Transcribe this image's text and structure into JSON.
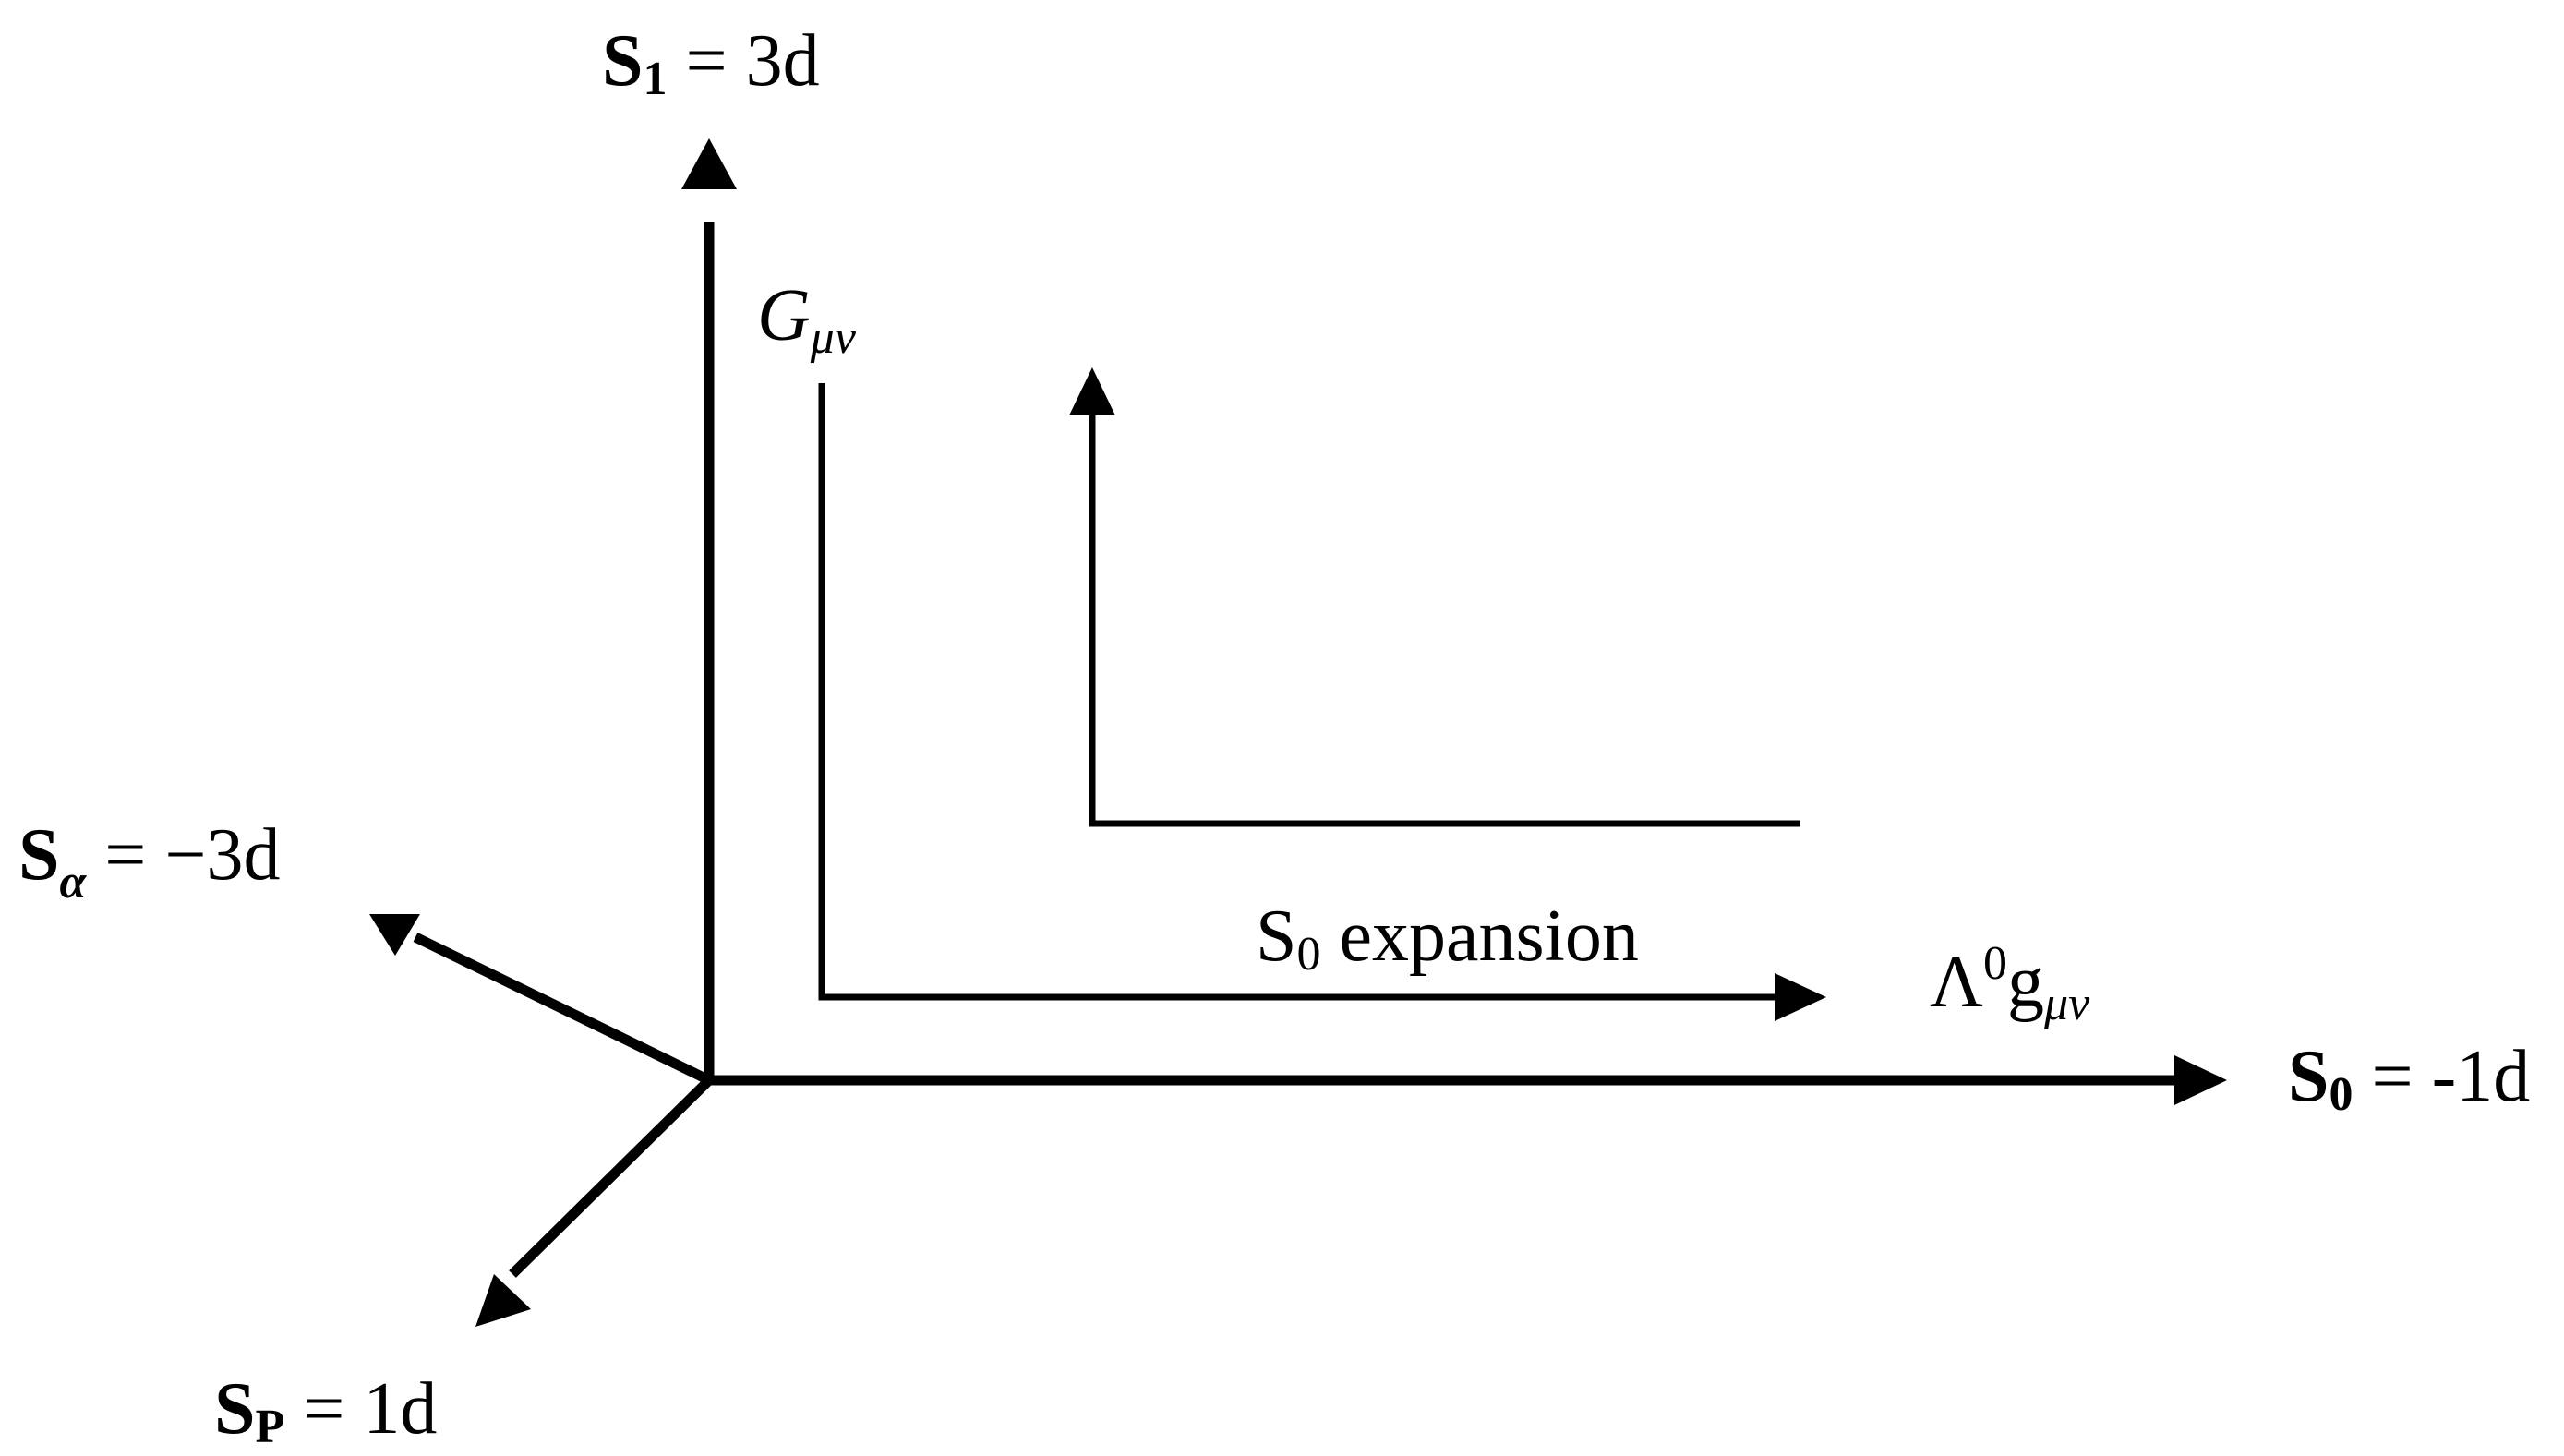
{
  "labels": {
    "s1_axis": {
      "main": "S",
      "sub": "1",
      "rest": " = 3d"
    },
    "s0_axis": {
      "main": "S",
      "sub": "0",
      "rest": " = -1d"
    },
    "salpha_axis": {
      "main": "S",
      "sub": "α",
      "rest": " = −3d"
    },
    "sp_axis": {
      "main": "S",
      "sub": "P",
      "rest": " = 1d"
    },
    "g_munu": {
      "main": "G",
      "sub": "μν"
    },
    "expansion": {
      "main": "S",
      "sub": "0",
      "rest": " expansion"
    },
    "lambda_g": {
      "main": "Λ",
      "sup": "0",
      "g": "g",
      "sub": "μν"
    }
  }
}
